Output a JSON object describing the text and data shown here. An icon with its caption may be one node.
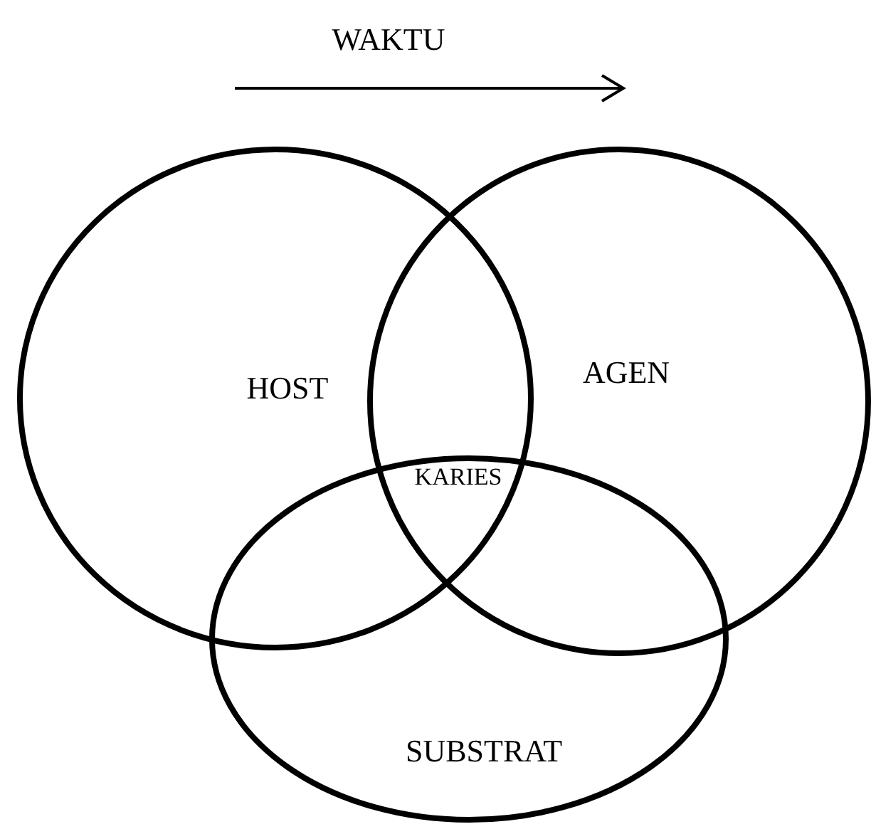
{
  "diagram": {
    "nodes": [
      {
        "text": [
          "HOST"
        ]
      },
      {
        "text": [
          "AGEN"
        ]
      },
      {
        "text": [
          "SUBSTRAT"
        ]
      }
    ],
    "edges": [],
    "labels": [
      "WAKTU",
      "KARIES"
    ]
  }
}
